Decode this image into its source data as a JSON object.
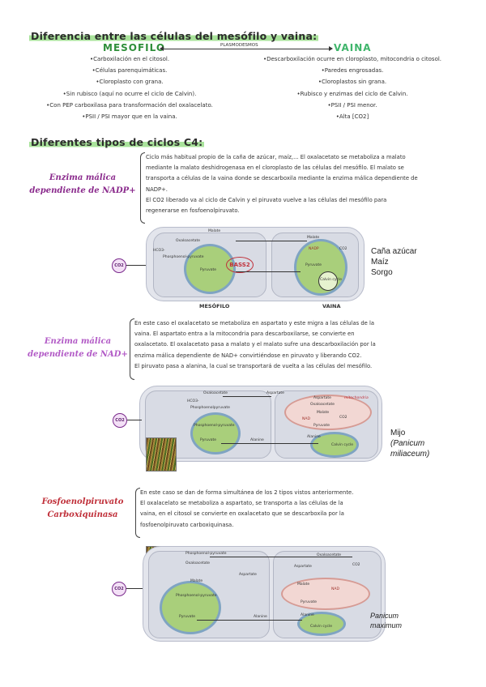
{
  "title": "Diferencia entre las células del mesófilo y vaina:",
  "compare": {
    "left_label": "MESOFILO",
    "right_label": "VAINA",
    "connector": "PLASMODESMOS",
    "left_items": [
      "•Carboxilación en el citosol.",
      "•Células parenquimáticas.",
      "•Cloroplasto con grana.",
      "•Sin rubisco (aquí no ocurre el ciclo de Calvin).",
      "•Con PEP carboxilasa para transformación del oxalacelato.",
      "•PSII / PSI mayor que en la vaina."
    ],
    "right_items": [
      "•Descarboxilación ocurre en cloroplasto, mitocondria o citosol.",
      "•Paredes engrosadas.",
      "•Cloroplastos sin grana.",
      "•Rubisco y enzimas del ciclo de Calvin.",
      "•PSII / PSI menor.",
      "•Alta [CO2]"
    ]
  },
  "types_title": "Diferentes tipos de ciclos C4:",
  "sections": [
    {
      "title_line1": "Enzima málica",
      "title_line2": "dependiente de NADP+",
      "text": [
        "Ciclo más habitual propio de la caña de azúcar, maíz,... El oxalacetato se metaboliza a malato",
        "mediante la malato deshidrogenasa en el cloroplasto de las células del mesófilo. El malato se",
        "transporta a células de la vaina donde se descarboxila mediante la enzima málica dependiente de",
        "NADP+.",
        "El CO2 liberado va al ciclo de Calvin y el piruvato vuelve a las células del mesófilo para",
        "regenerarse en fosfoenolpiruvato."
      ],
      "diagram": {
        "co2": "CO2",
        "labels": [
          "Malate",
          "Oxaloacetate",
          "HCO3-",
          "Phosphoenol-pyruvate",
          "Pyruvate",
          "Malate",
          "NADP",
          "CO2",
          "Pyruvate",
          "Calvin cycle"
        ],
        "badge": "BASS2",
        "left_caption": "MESÓFILO",
        "right_caption": "VAINA",
        "species": [
          "Caña azúcar",
          "Maíz",
          "Sorgo"
        ]
      }
    },
    {
      "title_line1": "Enzima málica",
      "title_line2": "dependiente de NAD+",
      "text": [
        "En este caso el oxalacetato se metaboliza en aspartato y este migra a las células de la",
        "vaina. El aspartato entra a la mitocondria para descarboxilarse, se convierte en",
        "oxalacetato. El oxalacetato pasa a malato y el malato sufre una descarboxilación por la",
        "enzima málica dependiente de NAD+ convirtiéndose en piruvato y liberando CO2.",
        "El piruvato pasa a alanina, la cual se transportará de vuelta a las células del mesófilo."
      ],
      "diagram": {
        "co2": "CO2",
        "labels": [
          "Oxaloacetate",
          "Aspartate",
          "HCO3-",
          "Phosphoenolpyruvate",
          "Phosphoenol-pyruvate",
          "Pyruvate",
          "Alanine",
          "Aspartate",
          "Oxaloacetate",
          "Malate",
          "NAD",
          "CO2",
          "Pyruvate",
          "Alanine",
          "Calvin cycle",
          "mitochondria"
        ],
        "species": [
          "Mijo",
          "(Panicum",
          "miliaceum)"
        ]
      }
    },
    {
      "title_line1": "Fosfoenolpiruvato",
      "title_line2": "Carboxiquinasa",
      "text": [
        "En este caso se dan de forma simultánea de los 2 tipos vistos anteriormente.",
        "El oxalacelato se metaboliza a aspartato, se transporta a las células de la",
        "vaina, en el citosol se convierte en oxalacetato que se descarboxila por la",
        "fosfoenolpiruvato carboxiquinasa."
      ],
      "diagram": {
        "co2": "CO2",
        "labels": [
          "Phosphoenol-pyruvate",
          "Oxaloacetate",
          "Aspartate",
          "Malate",
          "Phosphoenol-pyruvate",
          "Pyruvate",
          "Alanine",
          "Aspartate",
          "Oxaloacetate",
          "CO2",
          "Malate",
          "NAD",
          "Pyruvate",
          "Alanine",
          "Calvin cycle"
        ],
        "species": [
          "Panicum",
          "maximum"
        ]
      }
    }
  ]
}
